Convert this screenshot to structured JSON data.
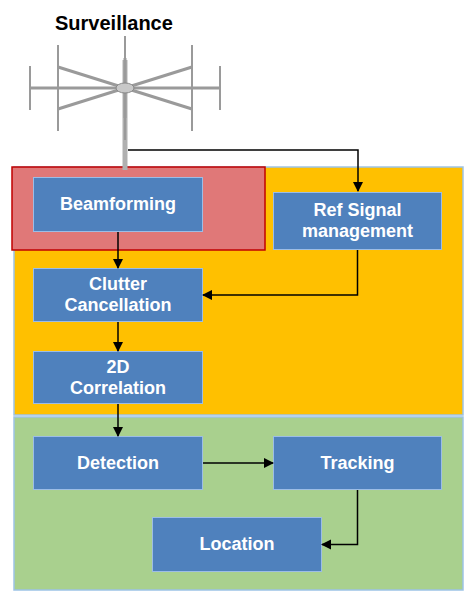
{
  "diagram": {
    "nodes": [
      {
        "text": [
          "Beamforming"
        ]
      },
      {
        "text": [
          "Ref Signal management"
        ]
      },
      {
        "text": [
          "Clutter Cancellation"
        ]
      },
      {
        "text": [
          "2D Correlation"
        ]
      },
      {
        "text": [
          "Detection"
        ]
      },
      {
        "text": [
          "Tracking"
        ]
      },
      {
        "text": [
          "Location"
        ]
      }
    ],
    "edges": [
      {
        "from": 0,
        "to": 2,
        "arrow": "to"
      },
      {
        "from": 1,
        "to": 2,
        "arrow": "to"
      },
      {
        "from": 2,
        "to": 3,
        "arrow": "to"
      },
      {
        "from": 3,
        "to": 4,
        "arrow": "to"
      },
      {
        "from": 4,
        "to": 5,
        "arrow": "to"
      },
      {
        "from": 5,
        "to": 6,
        "arrow": "to"
      }
    ],
    "labels": [
      "Surveillance"
    ]
  }
}
